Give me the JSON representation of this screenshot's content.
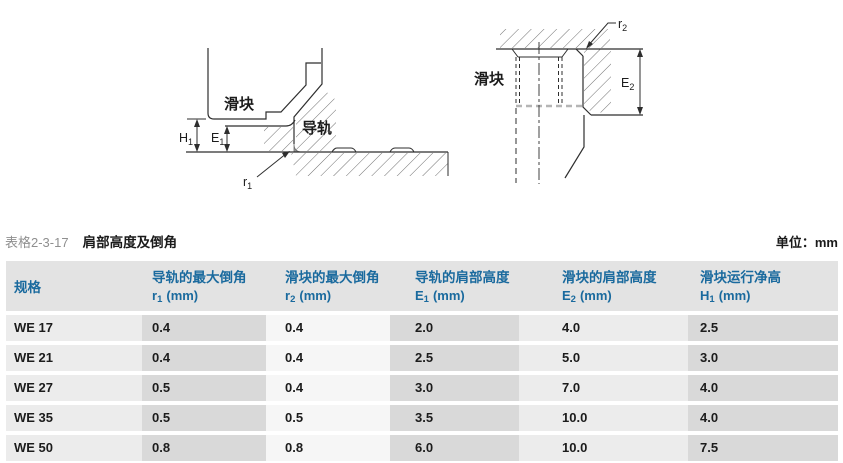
{
  "diagram_left": {
    "slider_label": "滑块",
    "rail_label": "导轨",
    "h1": {
      "base": "H",
      "sub": "1"
    },
    "e1": {
      "base": "E",
      "sub": "1"
    },
    "r1": {
      "base": "r",
      "sub": "1"
    }
  },
  "diagram_right": {
    "slider_label": "滑块",
    "e2": {
      "base": "E",
      "sub": "2"
    },
    "r2": {
      "base": "r",
      "sub": "2"
    }
  },
  "caption": {
    "table_id": "表格2-3-17",
    "title": "肩部高度及倒角",
    "unit": "单位：mm"
  },
  "table": {
    "headers": [
      {
        "line1": "规格",
        "sym": "",
        "sub": "",
        "unit": ""
      },
      {
        "line1": "导轨的最大倒角",
        "sym": "r",
        "sub": "1",
        "unit": "(mm)"
      },
      {
        "line1": "滑块的最大倒角",
        "sym": "r",
        "sub": "2",
        "unit": "(mm)"
      },
      {
        "line1": "导轨的肩部高度",
        "sym": "E",
        "sub": "1",
        "unit": "(mm)"
      },
      {
        "line1": "滑块的肩部高度",
        "sym": "E",
        "sub": "2",
        "unit": "(mm)"
      },
      {
        "line1": "滑块运行净高",
        "sym": "H",
        "sub": "1",
        "unit": "(mm)"
      }
    ],
    "rows": [
      {
        "cells": [
          "WE 17",
          "0.4",
          "0.4",
          "2.0",
          "4.0",
          "2.5"
        ]
      },
      {
        "cells": [
          "WE 21",
          "0.4",
          "0.4",
          "2.5",
          "5.0",
          "3.0"
        ]
      },
      {
        "cells": [
          "WE 27",
          "0.5",
          "0.4",
          "3.0",
          "7.0",
          "4.0"
        ]
      },
      {
        "cells": [
          "WE 35",
          "0.5",
          "0.5",
          "3.5",
          "10.0",
          "4.0"
        ]
      },
      {
        "cells": [
          "WE 50",
          "0.8",
          "0.8",
          "6.0",
          "10.0",
          "7.5"
        ]
      }
    ]
  },
  "colors": {
    "header_text": "#1a6a9e",
    "header_bg": "#e3e3e3",
    "col_bg_light": "#ececec",
    "col_bg_gray": "#d9d9d9",
    "col_bg_white": "#f6f6f6",
    "caption_id_gray": "#8f8f8f",
    "line": "#2e2e2e"
  }
}
